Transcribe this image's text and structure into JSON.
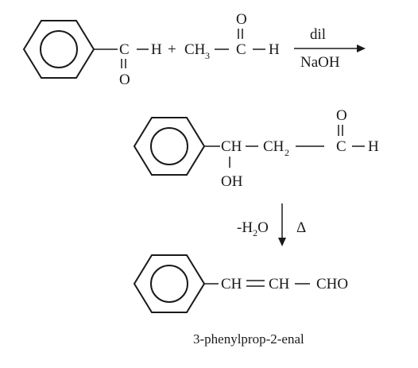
{
  "reaction": {
    "reactant1": {
      "ring": "benzene-ring",
      "carbon": "C",
      "hydrogen": "H",
      "carbonyl_oxygen": "O"
    },
    "plus": "+",
    "reactant2": {
      "ch3": "CH",
      "ch3_sub": "3",
      "carbon": "C",
      "hydrogen": "H",
      "carbonyl_oxygen": "O"
    },
    "conditions_above": "dil",
    "conditions_below": "NaOH",
    "intermediate": {
      "ring": "benzene-ring",
      "ch": "CH",
      "ch2": "CH",
      "ch2_sub": "2",
      "carbon": "C",
      "hydrogen": "H",
      "carbonyl_oxygen": "O",
      "hydroxyl": "OH"
    },
    "step2_left_pre": "-H",
    "step2_left_sub": "2",
    "step2_left_post": "O",
    "step2_right": "Δ",
    "product": {
      "ring": "benzene-ring",
      "ch1": "CH",
      "ch2": "CH",
      "cho": "CHO",
      "name": "3-phenylprop-2-enal"
    }
  }
}
